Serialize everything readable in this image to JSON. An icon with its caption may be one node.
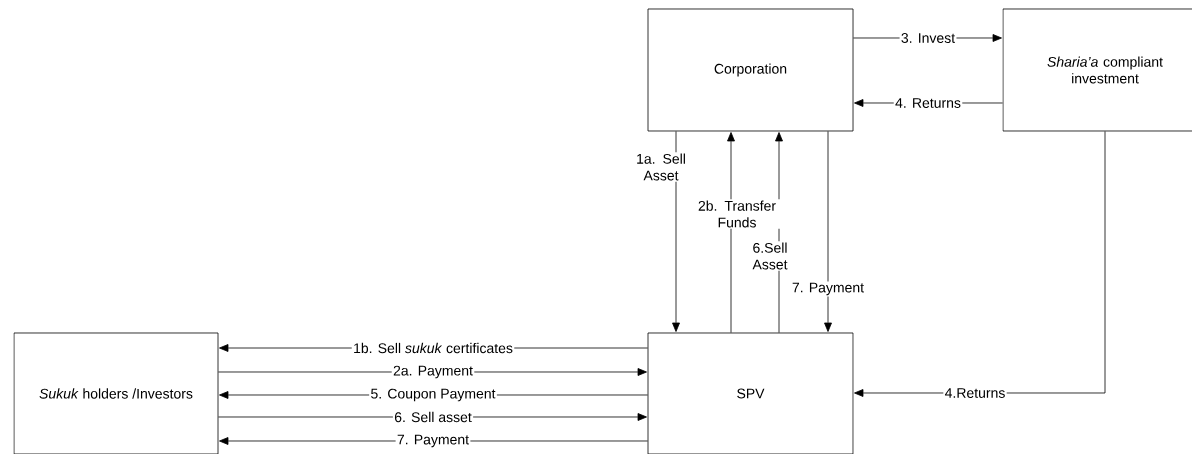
{
  "diagram": {
    "nodes": [
      {
        "text": [
          "Corporation"
        ]
      },
      {
        "text": [
          "*Sharia’a* compliant investment"
        ]
      },
      {
        "text": [
          "*Sukuk* holders /Investors"
        ]
      },
      {
        "text": [
          "SPV"
        ]
      }
    ],
    "edges": [
      {
        "from": 0,
        "to": 1,
        "arrow": "to",
        "label": "3. Invest"
      },
      {
        "from": 1,
        "to": 0,
        "arrow": "to",
        "label": "4. Returns"
      },
      {
        "from": 0,
        "to": 3,
        "arrow": "to",
        "label": "1a. Sell Asset"
      },
      {
        "from": 3,
        "to": 0,
        "arrow": "to",
        "label": "2b. Transfer Funds"
      },
      {
        "from": 3,
        "to": 0,
        "arrow": "to",
        "label": "6.Sell Asset"
      },
      {
        "from": 0,
        "to": 3,
        "arrow": "to",
        "label": "7. Payment"
      },
      {
        "from": 3,
        "to": 2,
        "arrow": "to",
        "label": "1b. Sell *sukuk* certificates"
      },
      {
        "from": 2,
        "to": 3,
        "arrow": "to",
        "label": "2a. Payment"
      },
      {
        "from": 3,
        "to": 2,
        "arrow": "to",
        "label": "5. Coupon Payment"
      },
      {
        "from": 2,
        "to": 3,
        "arrow": "to",
        "label": "6. Sell asset"
      },
      {
        "from": 3,
        "to": 2,
        "arrow": "to",
        "label": "7. Payment"
      },
      {
        "from": 1,
        "to": 3,
        "arrow": "to",
        "label": "4.Returns"
      }
    ]
  }
}
